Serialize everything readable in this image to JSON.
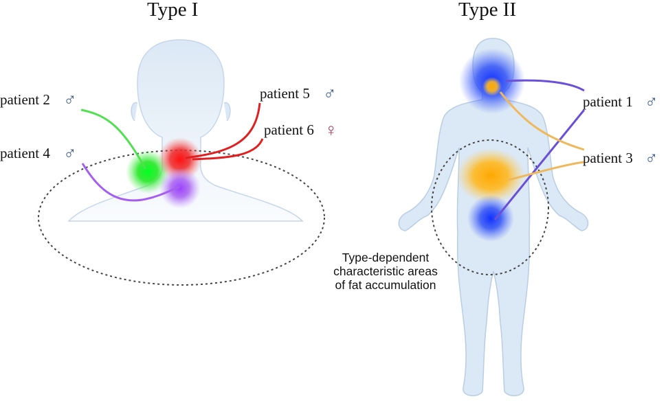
{
  "panels": [
    {
      "title": "Type I"
    },
    {
      "title": "Type II"
    }
  ],
  "patients": [
    {
      "label": "patient 2",
      "sex": "male",
      "symbol": "♂"
    },
    {
      "label": "patient 4",
      "sex": "male",
      "symbol": "♂"
    },
    {
      "label": "patient 5",
      "sex": "male",
      "symbol": "♂"
    },
    {
      "label": "patient 6",
      "sex": "female",
      "symbol": "♀"
    },
    {
      "label": "patient 1",
      "sex": "male",
      "symbol": "♂"
    },
    {
      "label": "patient 3",
      "sex": "male",
      "symbol": "♂"
    }
  ],
  "caption": {
    "line1": "Type-dependent",
    "line2": "characteristic areas",
    "line3": "of fat accumulation"
  },
  "colors": {
    "body": "#dbe8f5",
    "body_outline": "#b9cde3",
    "male_symbol": "#3d5a8a",
    "female_symbol": "#a0395c",
    "green": "#2ee62e",
    "red": "#e02020",
    "purple": "#a45ef0",
    "blue": "#2a4ef5",
    "orange": "#f5a800",
    "connector_orange": "#efb85a",
    "connector_purple": "#6a4fd8"
  }
}
